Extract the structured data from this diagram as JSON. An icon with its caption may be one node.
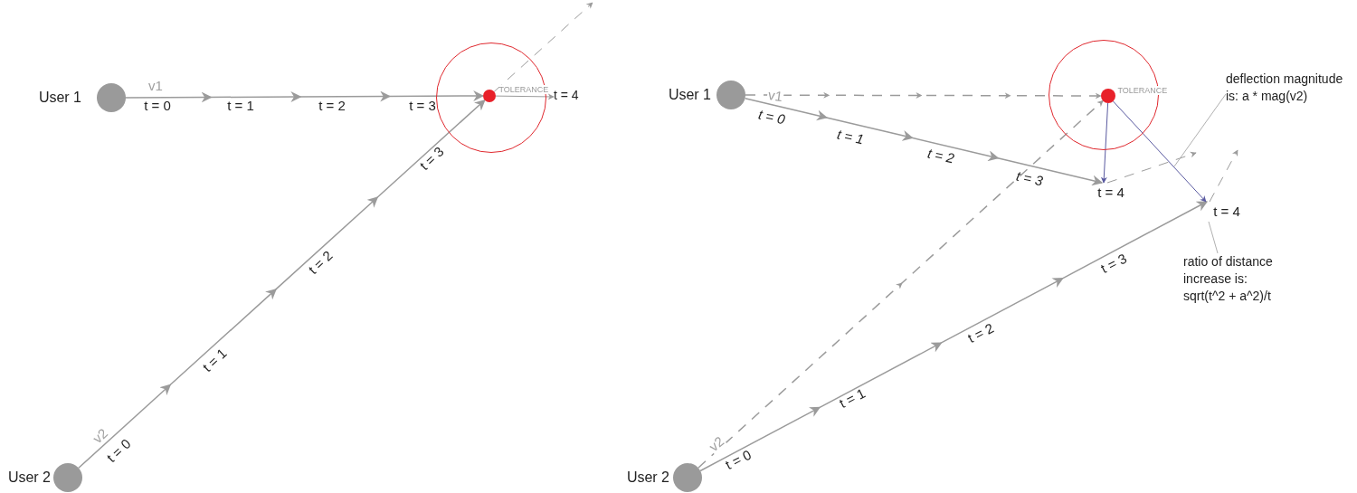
{
  "diagram": {
    "nodes": [
      {
        "text": [],
        "shape": "circle",
        "beside": [
          "User 1"
        ]
      },
      {
        "text": [],
        "shape": "circle",
        "beside": [
          "User 2"
        ]
      },
      {
        "text": [
          "TOLERANCE"
        ]
      },
      {
        "text": [],
        "shape": "circle",
        "in": 2
      },
      {
        "text": [],
        "shape": "circle",
        "beside": [
          "User 1"
        ]
      },
      {
        "text": [],
        "shape": "circle",
        "beside": [
          "User 2"
        ]
      },
      {
        "text": [
          "TOLERANCE"
        ]
      },
      {
        "text": [],
        "shape": "circle",
        "in": 6
      },
      {
        "text": [
          "t = 4"
        ]
      },
      {
        "text": [
          "t = 4"
        ]
      },
      {
        "text": [
          "deflection magnitude is: a * mag(v2)"
        ]
      },
      {
        "text": [
          "ratio of distance increase is: sqrt(t^2 + a^2)/t"
        ]
      },
      {
        "text": [
          "t = 4"
        ]
      }
    ],
    "edges": [
      {
        "from": 0,
        "to": 3,
        "arrow": "to",
        "label": "v1"
      },
      {
        "from": 3,
        "to": 12,
        "arrow": "to"
      },
      {
        "from": 1,
        "to": 3,
        "arrow": "to",
        "label": "v2"
      },
      {
        "from": 3,
        "to": null,
        "arrow": "to",
        "style": "dashed"
      },
      {
        "from": 4,
        "to": 7,
        "arrow": "to",
        "label": "v1",
        "style": "dashed"
      },
      {
        "from": 4,
        "to": 8,
        "arrow": "to"
      },
      {
        "from": 5,
        "to": 7,
        "arrow": "to",
        "label": "v2",
        "style": "dashed"
      },
      {
        "from": 5,
        "to": 9,
        "arrow": "to"
      },
      {
        "from": 7,
        "to": 8,
        "arrow": "to",
        "color": "#5a5aa0"
      },
      {
        "from": 7,
        "to": 9,
        "arrow": "to",
        "color": "#5a5aa0"
      },
      {
        "from": 8,
        "to": null,
        "arrow": "to",
        "style": "dashed"
      },
      {
        "from": 9,
        "to": null,
        "arrow": "to",
        "style": "dashed"
      },
      {
        "from": 10,
        "to": null,
        "arrow": "none"
      },
      {
        "from": 11,
        "to": 9,
        "arrow": "none"
      }
    ],
    "labels": [
      "t = 0",
      "t = 1",
      "t = 2",
      "t = 3",
      "t = 0",
      "t = 1",
      "t = 2",
      "t = 3",
      "t = 0",
      "t = 1",
      "t = 2",
      "t = 3",
      "t = 0",
      "t = 1",
      "t = 2",
      "t = 3"
    ]
  }
}
